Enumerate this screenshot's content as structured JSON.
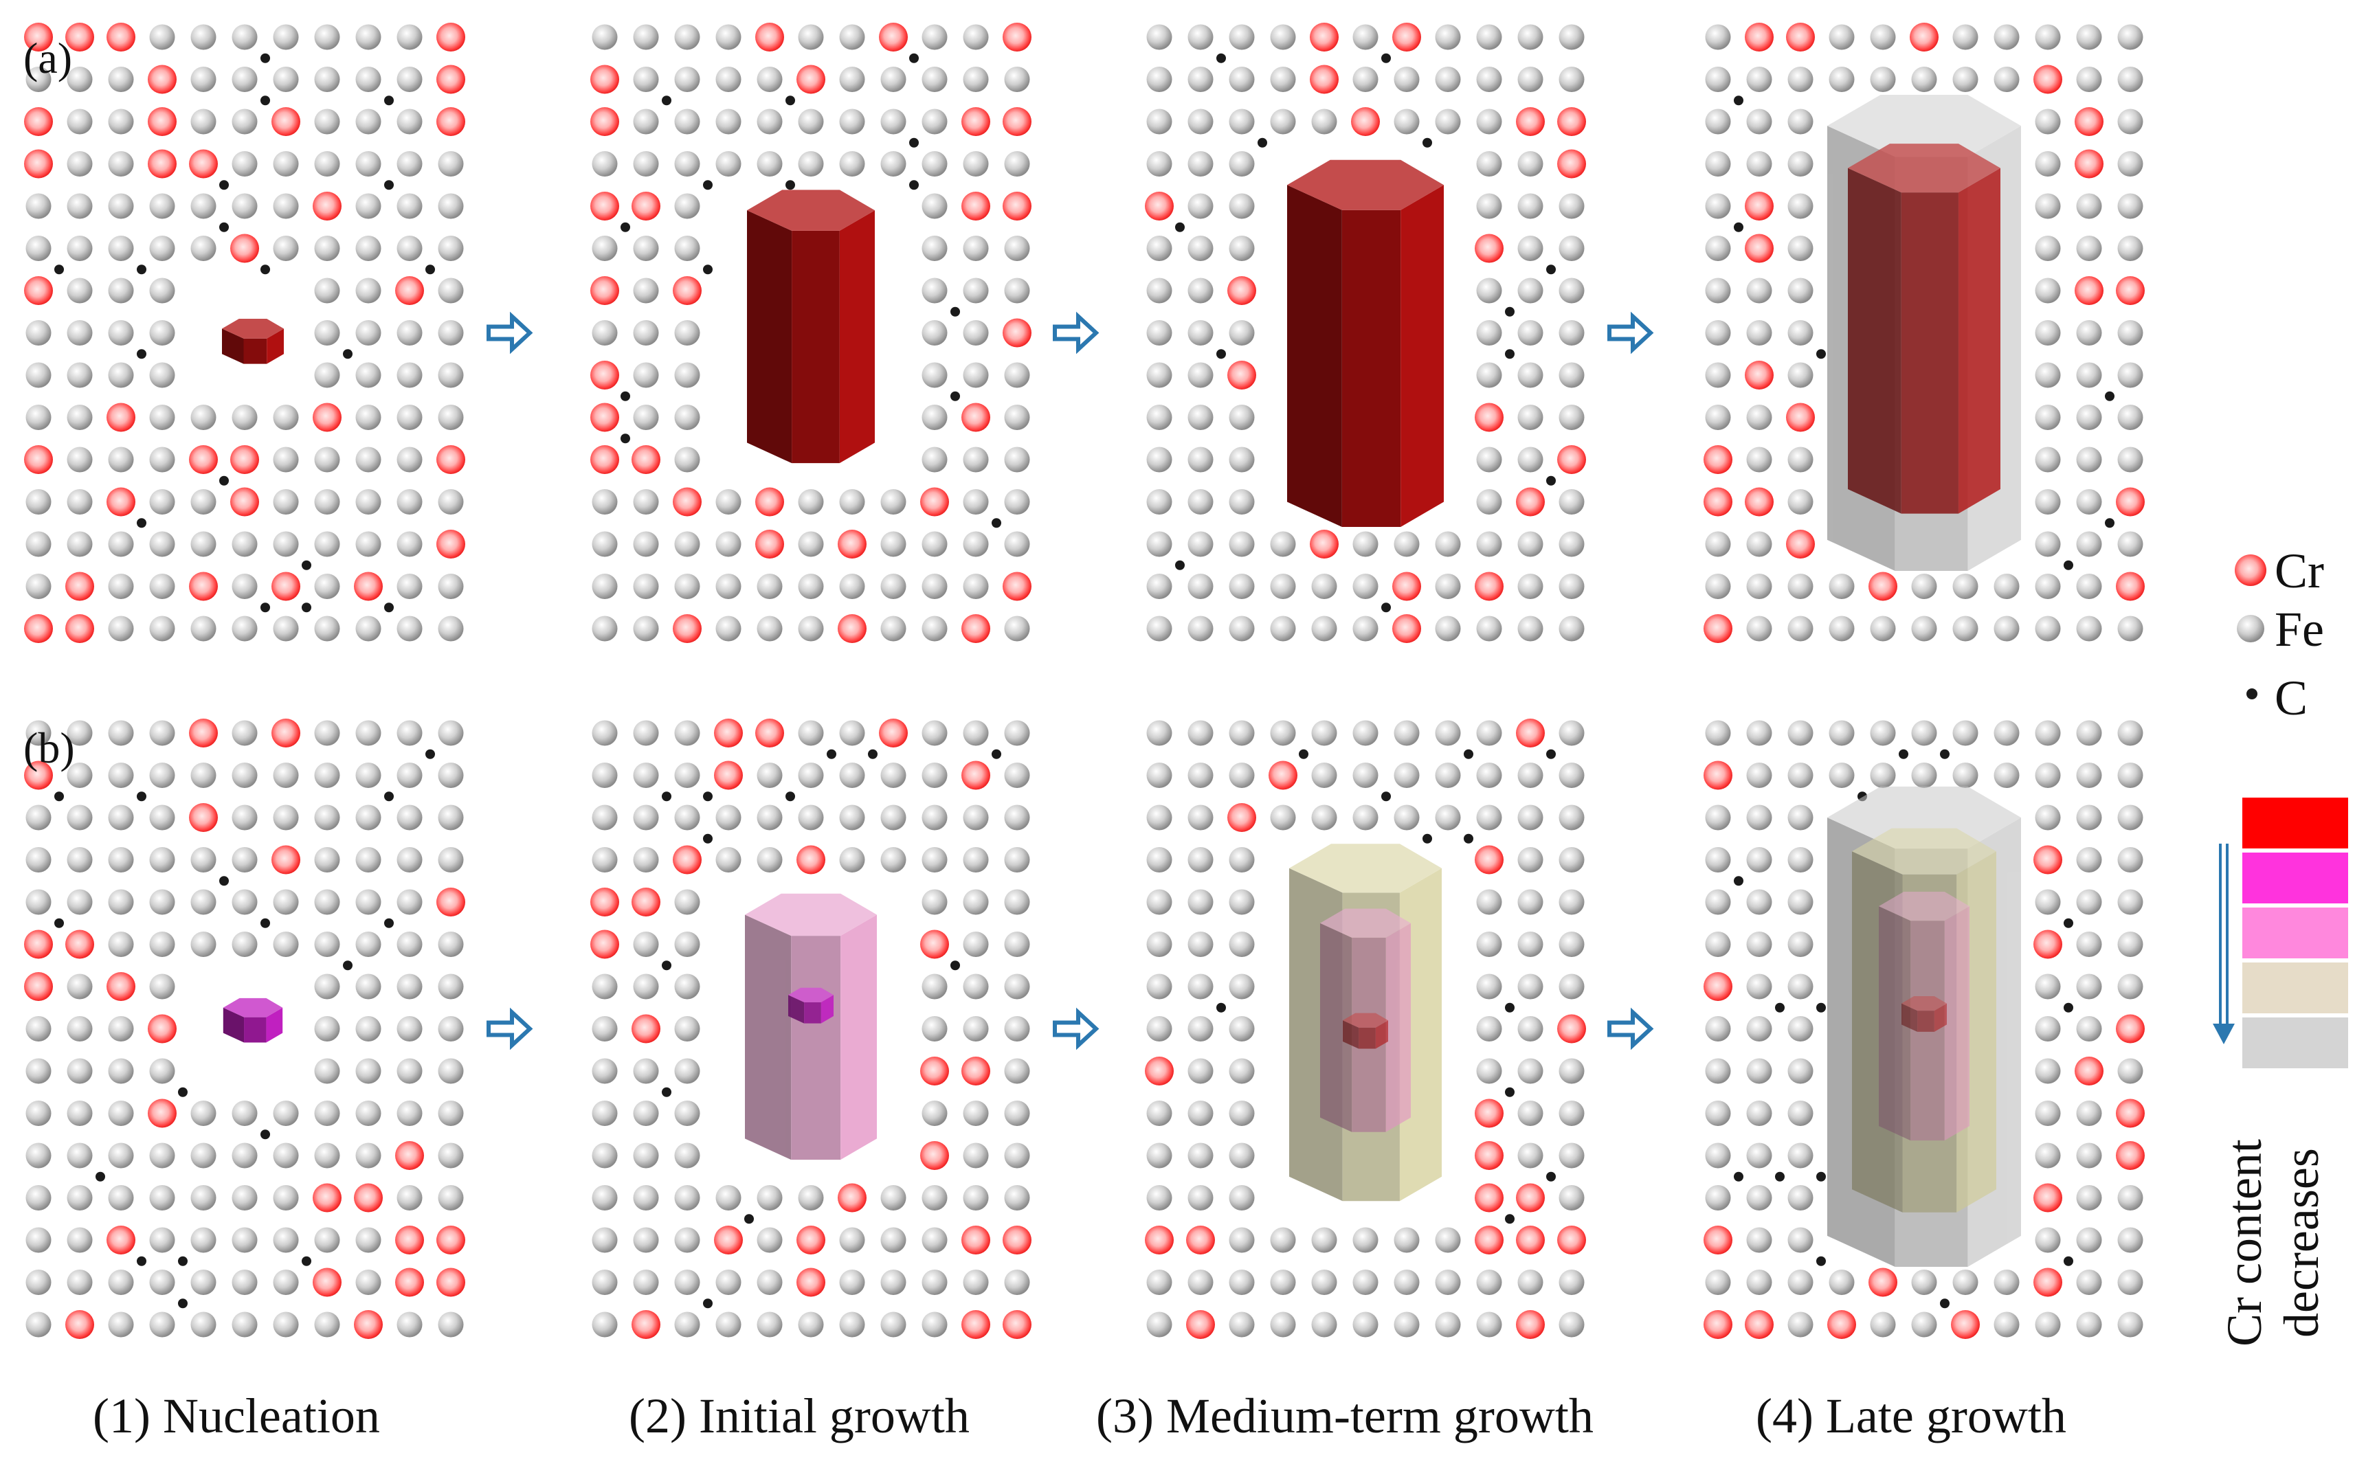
{
  "row_labels": [
    "(a)",
    "(b)"
  ],
  "stage_labels": [
    "(1) Nucleation",
    "(2) Initial growth",
    "(3) Medium-term growth",
    "(4) Late growth"
  ],
  "legend": {
    "atoms": [
      {
        "symbol": "Cr",
        "icon": "cr-atom-icon",
        "color": "#ff3a3a"
      },
      {
        "symbol": "Fe",
        "icon": "fe-atom-icon",
        "color": "#c8c8c8"
      },
      {
        "symbol": "C",
        "icon": "c-atom-icon",
        "color": "#1a1a1a"
      }
    ],
    "scale_colors": [
      "#ff0000",
      "#ff33dd",
      "#ff88dd",
      "#e6dcc8",
      "#d4d4d4"
    ],
    "scale_line1": "Cr content",
    "scale_line2": "decreases"
  },
  "colors": {
    "arrow": "#2b78b0",
    "carbide_red": "#b01010",
    "carbide_magenta": "#c020c0",
    "shell_pink": "#e38fc4",
    "shell_khaki": "#cfc98a",
    "shell_grey": "#b8b8b8"
  }
}
